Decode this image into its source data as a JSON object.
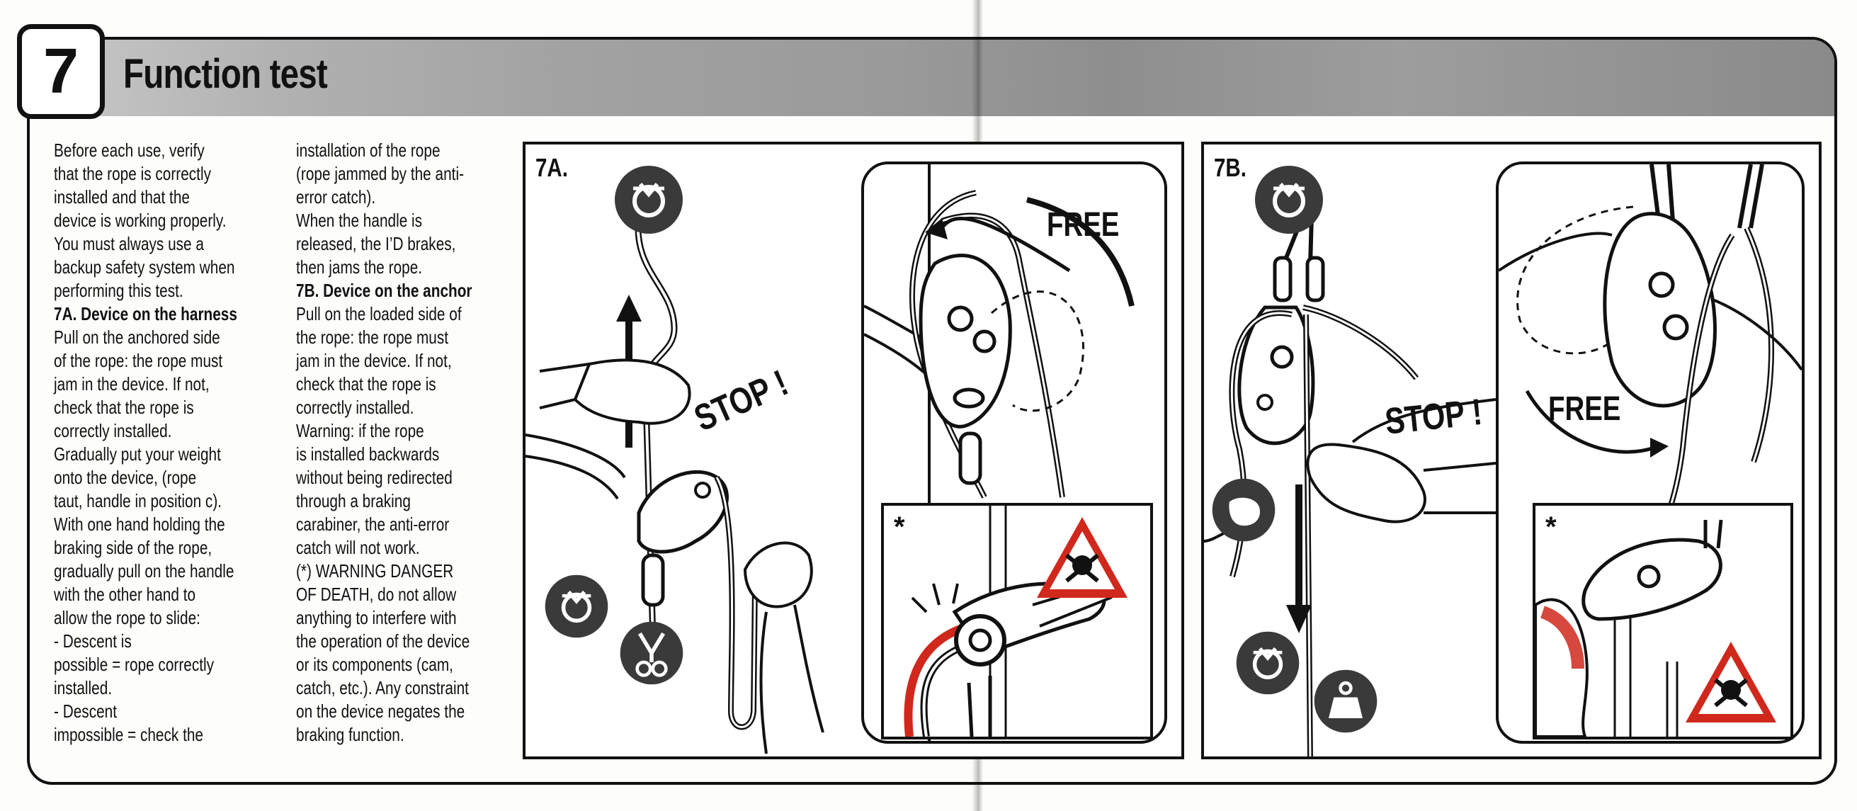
{
  "section": {
    "number": "7",
    "title": "Function test"
  },
  "text": {
    "column1": [
      {
        "text": "Before each use, verify",
        "bold": false
      },
      {
        "text": "that the rope is correctly",
        "bold": false
      },
      {
        "text": "installed and that the",
        "bold": false
      },
      {
        "text": "device is working properly.",
        "bold": false
      },
      {
        "text": "You must always use a",
        "bold": false
      },
      {
        "text": "backup safety system when",
        "bold": false
      },
      {
        "text": "performing this test.",
        "bold": false
      },
      {
        "text": "7A. Device on the harness",
        "bold": true
      },
      {
        "text": "Pull on the anchored side",
        "bold": false
      },
      {
        "text": "of the rope: the rope must",
        "bold": false
      },
      {
        "text": "jam in the device. If not,",
        "bold": false
      },
      {
        "text": "check that the rope is",
        "bold": false
      },
      {
        "text": "correctly installed.",
        "bold": false
      },
      {
        "text": "Gradually put your weight",
        "bold": false
      },
      {
        "text": "onto the device, (rope",
        "bold": false
      },
      {
        "text": "taut, handle in position c).",
        "bold": false
      },
      {
        "text": "With one hand holding the",
        "bold": false
      },
      {
        "text": "braking side of the rope,",
        "bold": false
      },
      {
        "text": "gradually pull on the handle",
        "bold": false
      },
      {
        "text": "with the other hand to",
        "bold": false
      },
      {
        "text": "allow the rope to slide:",
        "bold": false
      },
      {
        "text": "- Descent is",
        "bold": false
      },
      {
        "text": "possible = rope correctly",
        "bold": false
      },
      {
        "text": "installed.",
        "bold": false
      },
      {
        "text": "- Descent",
        "bold": false
      },
      {
        "text": "impossible = check the",
        "bold": false
      }
    ],
    "column2": [
      {
        "text": "installation of the rope",
        "bold": false
      },
      {
        "text": "(rope jammed by the anti-",
        "bold": false
      },
      {
        "text": "error catch).",
        "bold": false
      },
      {
        "text": "When the handle is",
        "bold": false
      },
      {
        "text": "released, the I’D brakes,",
        "bold": false
      },
      {
        "text": "then jams the rope.",
        "bold": false
      },
      {
        "text": "7B. Device on the anchor",
        "bold": true
      },
      {
        "text": "Pull on the loaded side of",
        "bold": false
      },
      {
        "text": "the rope: the rope must",
        "bold": false
      },
      {
        "text": "jam in the device. If not,",
        "bold": false
      },
      {
        "text": "check that the rope is",
        "bold": false
      },
      {
        "text": "correctly installed.",
        "bold": false
      },
      {
        "text": "Warning: if the rope",
        "bold": false
      },
      {
        "text": "is installed backwards",
        "bold": false
      },
      {
        "text": "without being redirected",
        "bold": false
      },
      {
        "text": "through a braking",
        "bold": false
      },
      {
        "text": "carabiner, the anti-error",
        "bold": false
      },
      {
        "text": "catch will not work.",
        "bold": false
      },
      {
        "text": "(*) WARNING DANGER",
        "bold": false
      },
      {
        "text": "OF DEATH, do not allow",
        "bold": false
      },
      {
        "text": "anything to interfere with",
        "bold": false
      },
      {
        "text": "the operation of the device",
        "bold": false
      },
      {
        "text": "or its components (cam,",
        "bold": false
      },
      {
        "text": "catch, etc.). Any constraint",
        "bold": false
      },
      {
        "text": "on the device negates the",
        "bold": false
      },
      {
        "text": "braking function.",
        "bold": false
      }
    ]
  },
  "figures": {
    "a": {
      "label": "7A.",
      "stop_text": "STOP !",
      "free_text": "FREE",
      "inset_mark": "*",
      "icons": [
        "anchor-icon",
        "anchor-icon",
        "harness-icon",
        "danger-skull-icon"
      ]
    },
    "b": {
      "label": "7B.",
      "stop_text": "STOP !",
      "free_text": "FREE",
      "inset_mark": "*",
      "icons": [
        "anchor-icon",
        "hand-icon",
        "anchor-icon",
        "load-weight-icon",
        "danger-skull-icon"
      ]
    }
  },
  "colors": {
    "ink": "#111111",
    "warning_red": "#d0281c",
    "icon_fill": "#3a3a3a",
    "header_gray": "#9a9a9a"
  }
}
